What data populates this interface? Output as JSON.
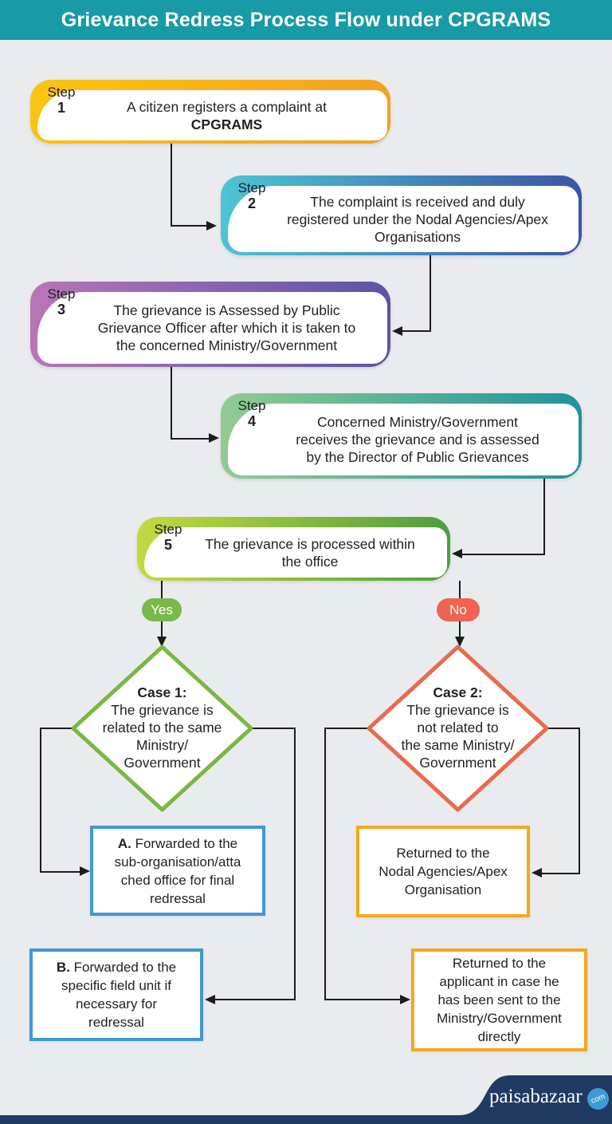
{
  "colors": {
    "background": "#e9ebee",
    "header_bg": "#189aa7",
    "line": "#1c1c1c",
    "ink": "#1f2023",
    "footer_navy": "#203a63",
    "footer_badge_blue": "#3e9bd5"
  },
  "header": {
    "title": "Grievance Redress Process Flow under CPGRAMS"
  },
  "steps": [
    {
      "label": "Step",
      "number": "1",
      "gradient_from": "#f9c513",
      "gradient_to": "#f5a01f",
      "lines": [
        "A citizen registers a complaint at"
      ],
      "bold_line": "CPGRAMS"
    },
    {
      "label": "Step",
      "number": "2",
      "gradient_from": "#4cc5d2",
      "gradient_to": "#3a55a6",
      "lines": [
        "The complaint is received and duly",
        "registered under the Nodal Agencies/Apex",
        "Organisations"
      ]
    },
    {
      "label": "Step",
      "number": "3",
      "gradient_from": "#b875b6",
      "gradient_to": "#5b54a6",
      "lines": [
        "The grievance is Assessed by Public",
        "Grievance Officer after which it is taken to",
        "the concerned Ministry/Government"
      ]
    },
    {
      "label": "Step",
      "number": "4",
      "gradient_from": "#92cb92",
      "gradient_to": "#20939d",
      "lines": [
        "Concerned Ministry/Government",
        "receives the grievance and is assessed",
        "by the Director of Public Grievances"
      ]
    },
    {
      "label": "Step",
      "number": "5",
      "gradient_from": "#c3da3e",
      "gradient_to": "#4f9d3e",
      "lines": [
        "The grievance is processed within",
        "the office"
      ]
    }
  ],
  "branches": {
    "yes": {
      "label": "Yes",
      "color": "#79b94a"
    },
    "no": {
      "label": "No",
      "color": "#ee6351"
    }
  },
  "cases": {
    "case1": {
      "heading": "Case 1:",
      "border_color": "#79b843",
      "lines": [
        "The grievance is",
        "related to the same",
        "Ministry/",
        "Government"
      ]
    },
    "case2": {
      "heading": "Case 2:",
      "border_color": "#e86b4d",
      "lines": [
        "The grievance is",
        "not related to",
        "the same Ministry/",
        "Government"
      ]
    }
  },
  "outcomes": {
    "a": {
      "prefix": "A.",
      "first_line_rest": " Forwarded to the",
      "border_color": "#3e99d2",
      "lines": [
        "sub-organisation/atta",
        "ched office for final",
        "redressal"
      ]
    },
    "b": {
      "prefix": "B.",
      "first_line_rest": " Forwarded to the",
      "border_color": "#3e99d2",
      "lines": [
        "specific field unit if",
        "necessary for",
        "redressal"
      ]
    },
    "nodal": {
      "border_color": "#f3a81f",
      "lines": [
        "Returned to the",
        "Nodal Agencies/Apex",
        "Organisation"
      ]
    },
    "applicant": {
      "border_color": "#f3a81f",
      "lines": [
        "Returned to the",
        "applicant in case he",
        "has been sent to the",
        "Ministry/Government",
        "directly"
      ]
    }
  },
  "footer": {
    "brand": "paisabazaar",
    "tld": "com"
  }
}
